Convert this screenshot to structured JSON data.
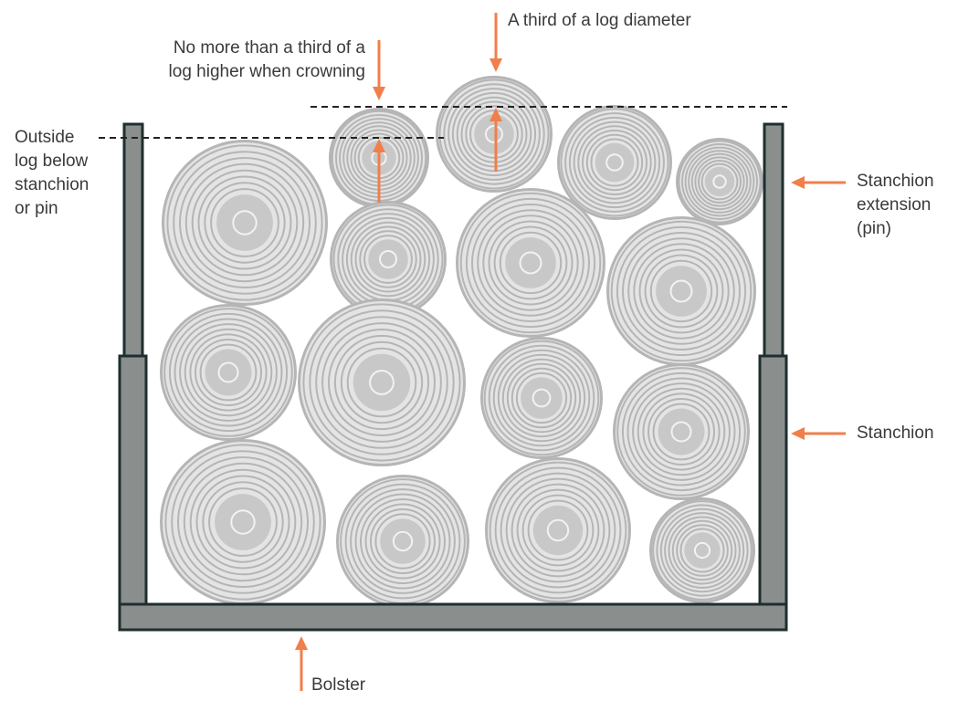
{
  "labels": {
    "a_third_of_log_diameter": "A third of a log diameter",
    "crowning_line1": "No more than a third of a",
    "crowning_line2": "log higher when crowning",
    "outside_line1": "Outside",
    "outside_line2": "log below",
    "outside_line3": "stanchion",
    "outside_line4": "or pin",
    "pin_line1": "Stanchion",
    "pin_line2": "extension",
    "pin_line3": "(pin)",
    "stanchion": "Stanchion",
    "bolster": "Bolster"
  },
  "colors": {
    "accent": "#F07F4B",
    "frame_fill": "#8A8F8D",
    "frame_stroke": "#1F2E2E",
    "log_fill": "#E4E4E4",
    "log_ring": "#B5B5B5",
    "log_core": "#C8C8C8",
    "text": "#3a3a3a"
  }
}
